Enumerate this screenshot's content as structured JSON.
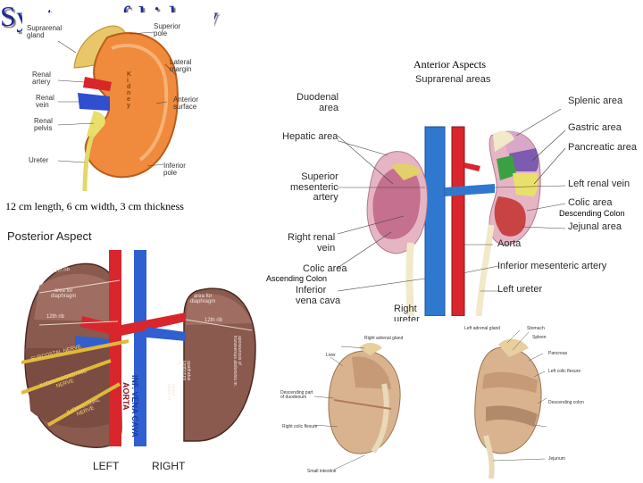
{
  "title": "Syntopy of kidney",
  "anterior_aspects": "Anterior Aspects",
  "dimensions": "12 cm length, 6 cm width, 3 cm thickness",
  "posterior_aspect": "Posterior Aspect",
  "descending_colon_overlay": "Descending Colon",
  "ascending_colon_overlay": "Ascending Colon",
  "kidney_diagram": {
    "suprarenal_gland": "Suprarenal\ngland",
    "superior_pole": "Superior\npole",
    "lateral_margin": "Lateral\nmargin",
    "renal_artery": "Renal\nartery",
    "renal_vein": "Renal\nvein",
    "anterior_surface": "Anterior\nsurface",
    "renal_pelvis": "Renal\npelvis",
    "kidney_vertical": "K\ni\nd\nn\ne\ny",
    "ureter": "Ureter",
    "inferior_pole": "Inferior\npole"
  },
  "anterior": {
    "suprarenal_areas": "Suprarenal areas",
    "duodenal_area": "Duodenal\narea",
    "hepatic_area": "Hepatic area",
    "superior_mesenteric_artery": "Superior\nmesenteric\nartery",
    "right_renal_vein": "Right renal\nvein",
    "colic_area_left": "Colic area",
    "inferior_vena_cava": "Inferior\nvena cava",
    "right_ureter": "Right\nureter",
    "splenic_area": "Splenic area",
    "gastric_area": "Gastric area",
    "pancreatic_area": "Pancreatic area",
    "left_renal_vein": "Left renal  vein",
    "colic_area_right": "Colic area",
    "jejunal_area": "Jejunal area",
    "aorta": "Aorta",
    "inferior_mesenteric_artery": "Inferior mesenteric artery",
    "left_ureter": "Left ureter"
  },
  "posterior": {
    "rib_12_left": "12th rib",
    "area_for_diaphragm_left": "area for\ndiaphragm",
    "rib_12_left_2": "12th rib",
    "area_for_diaphragm_right": "area for\ndiaphragm",
    "rib_12_right": "12th rib",
    "subcostal_nerve": "SUBCOSTAL NERVE",
    "iliohypogastric_nerve": "ILIOHYPOGASTRIC\nNERVE",
    "ilioinguinal_nerve": "ILIOINGUINAL\nNERVE",
    "inf_vena_cava": "INF. VENA CAVA",
    "aorta": "AORTA",
    "quadratus_lumborum": "quadratus\nlumborum\nm.",
    "psoas_major": "psoas\nmajor m.",
    "transverse_abdominis": "aponeurosis of\ntransversus abdominis m.",
    "left": "LEFT",
    "right": "RIGHT"
  },
  "lower_right": {
    "right_adrenal_gland": "Right adrenal gland",
    "left_adrenal_gland": "Left adrenal gland",
    "stomach": "Stomach",
    "spleen": "Spleen",
    "liver": "Liver",
    "pancreas": "Pancreas",
    "descending_part_duodenum": "Descending part\nof duodenum",
    "left_colic_flexure": "Left colic flexure",
    "right_colic_flexure": "Right colic flexure",
    "descending_colon": "Descending colon",
    "jejunum": "Jejunum",
    "small_intestine": "Small intestine"
  }
}
